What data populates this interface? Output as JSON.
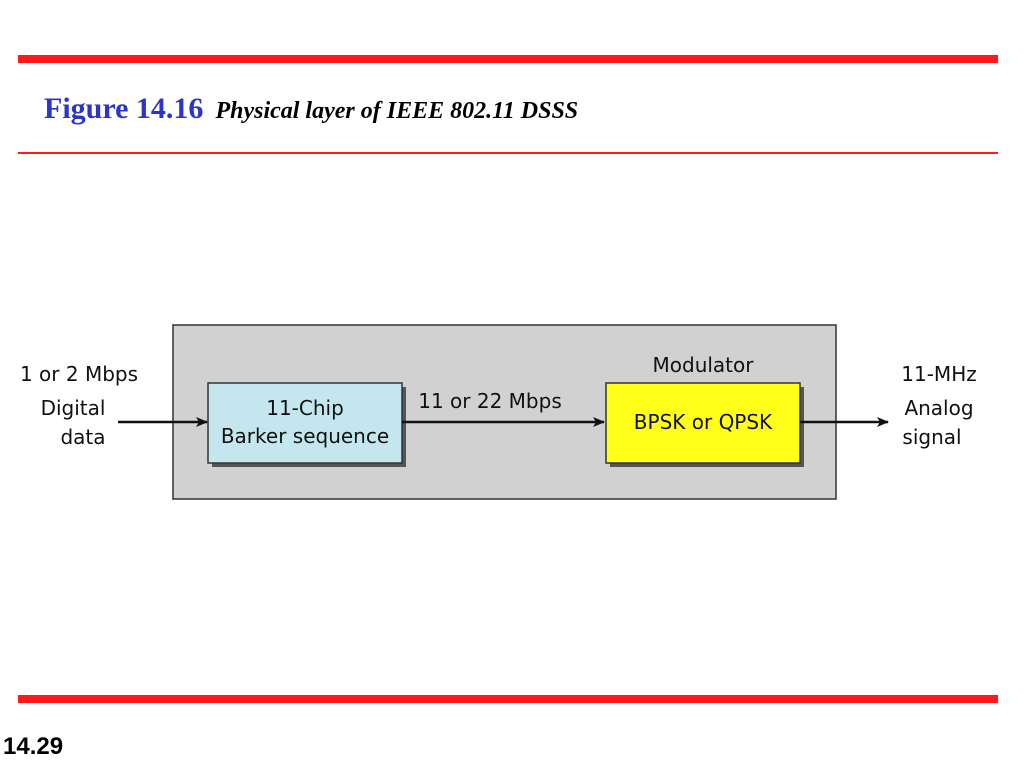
{
  "title": {
    "figure_number": "Figure 14.16",
    "caption": "Physical layer of IEEE 802.11 DSSS"
  },
  "page_number": "14.29",
  "diagram": {
    "input_rate": "1 or 2 Mbps",
    "input_line1": "Digital",
    "input_line2": "data",
    "barker_line1": "11-Chip",
    "barker_line2": "Barker sequence",
    "intermediate_rate": "11 or 22 Mbps",
    "modulator_label": "Modulator",
    "modulator_type": "BPSK or QPSK",
    "output_freq": "11-MHz",
    "output_line1": "Analog",
    "output_line2": "signal"
  },
  "colors": {
    "accent_rule": "#ff1a1a",
    "title_number": "#2b35c8",
    "container_fill": "#d1d1d1",
    "barker_fill": "#c3e6ef",
    "modulator_fill": "#ffff1a"
  }
}
